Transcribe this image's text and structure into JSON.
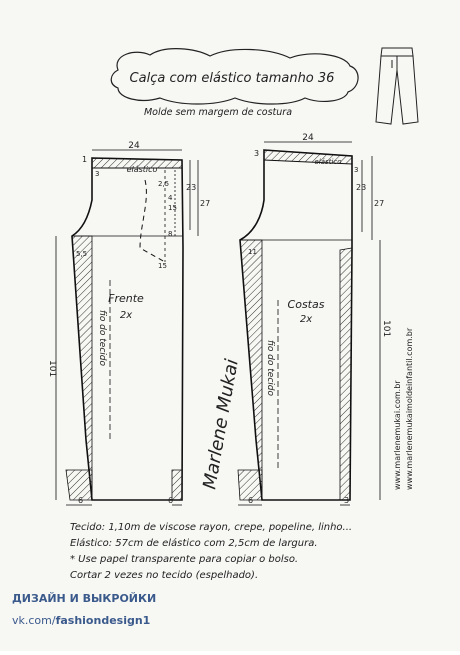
{
  "title": "Calça com elástico tamanho 36",
  "subtitle": "Molde sem margem de costura",
  "front": {
    "name": "Frente",
    "qty": "2x",
    "grain": "fio do tecido",
    "dims": {
      "top": "24",
      "waist_label": "elástico",
      "d1": "1",
      "d2": "3",
      "d3": "23",
      "d4": "27",
      "d5": "2,5",
      "d6": "15",
      "d7": "4",
      "d8": "8",
      "d9": "15",
      "d10": "5,5",
      "length": "101",
      "hem_left": "6",
      "hem_right": "6"
    }
  },
  "back": {
    "name": "Costas",
    "qty": "2x",
    "grain": "fio do tecido",
    "dims": {
      "top": "24",
      "waist_label": "elástico",
      "d1": "3",
      "d2": "3",
      "d3": "23",
      "d4": "27",
      "d5": "11",
      "length": "101",
      "hem_left": "6",
      "hem_right": "3"
    }
  },
  "signature": "Marlene Mukai",
  "urls": [
    "www.marlenemukai.com.br",
    "www.marlenemukaimoldeinfantil.com.br"
  ],
  "notes": [
    "Tecido: 1,10m de viscose rayon, crepe, popeline, linho...",
    "Elástico: 57cm de elástico com 2,5cm de largura.",
    "* Use papel transparente para copiar o bolso.",
    "Cortar 2 vezes no tecido (espelhado)."
  ],
  "credits": {
    "line1": "ДИЗАЙН И ВЫКРОЙКИ",
    "line2_prefix": "vk.com/",
    "line2_bold": "fashiondesign1"
  }
}
